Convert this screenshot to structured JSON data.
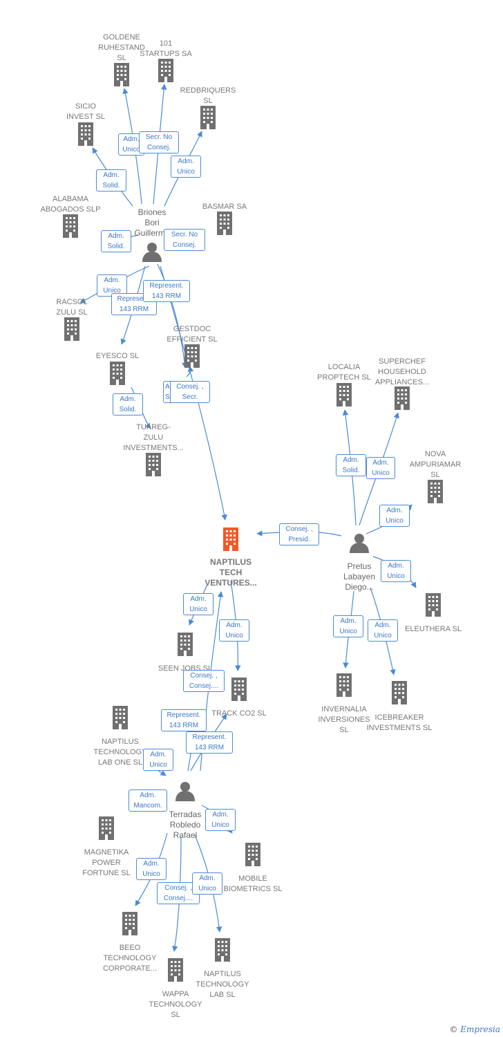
{
  "colors": {
    "edge": "#4a8ad4",
    "building": "#707070",
    "building_focus": "#f05a28",
    "person": "#707070",
    "role_text": "#3a78c6"
  },
  "companies": [
    {
      "id": "c1",
      "label": "GOLDENE\nRUHESTAND\nSL",
      "focus": false
    },
    {
      "id": "c2",
      "label": "101\nSTARTUPS SA",
      "focus": false
    },
    {
      "id": "c3",
      "label": "REDBRIQUERS\nSL",
      "focus": false
    },
    {
      "id": "c4",
      "label": "SICIO\nINVEST  SL",
      "focus": false
    },
    {
      "id": "c5",
      "label": "ALABAMA\nABOGADOS SLP",
      "focus": false
    },
    {
      "id": "c6",
      "label": "BASMAR SA",
      "focus": false
    },
    {
      "id": "c7",
      "label": "RACSOL\nZULU  SL",
      "focus": false
    },
    {
      "id": "c8",
      "label": "GESTDOC\nEFFICIENT  SL",
      "focus": false
    },
    {
      "id": "c9",
      "label": "EYESCO  SL",
      "focus": false
    },
    {
      "id": "c10",
      "label": "TUAREG-\nZULU\nINVESTMENTS...",
      "focus": false
    },
    {
      "id": "c11",
      "label": "NAPTILUS\nTECH\nVENTURES...",
      "focus": true
    },
    {
      "id": "c12",
      "label": "LOCALIA\nPROPTECH  SL",
      "focus": false
    },
    {
      "id": "c13",
      "label": "SUPERCHEF\nHOUSEHOLD\nAPPLIANCES...",
      "focus": false
    },
    {
      "id": "c14",
      "label": "NOVA\nAMPURIAMAR\nSL",
      "focus": false
    },
    {
      "id": "c15",
      "label": "ELEUTHERA SL",
      "focus": false
    },
    {
      "id": "c16",
      "label": "INVERNALIA\nINVERSIONES\nSL",
      "focus": false
    },
    {
      "id": "c17",
      "label": "ICEBREAKER\nINVESTMENTS SL",
      "focus": false
    },
    {
      "id": "c18",
      "label": "SEEN JOBS  SL",
      "focus": false
    },
    {
      "id": "c19",
      "label": "TRACK CO2  SL",
      "focus": false
    },
    {
      "id": "c20",
      "label": "NAPTILUS\nTECHNOLOGY\nLAB ONE  SL",
      "focus": false
    },
    {
      "id": "c21",
      "label": "MAGNETIKA\nPOWER\nFORTUNE  SL",
      "focus": false
    },
    {
      "id": "c22",
      "label": "MOBILE\nBIOMETRICS SL",
      "focus": false
    },
    {
      "id": "c23",
      "label": "BEEO\nTECHNOLOGY\nCORPORATE...",
      "focus": false
    },
    {
      "id": "c24",
      "label": "WAPPA\nTECHNOLOGY\nSL",
      "focus": false
    },
    {
      "id": "c25",
      "label": "NAPTILUS\nTECHNOLOGY\nLAB  SL",
      "focus": false
    }
  ],
  "persons": [
    {
      "id": "p1",
      "label": "Briones\nBori\nGuillermo"
    },
    {
      "id": "p2",
      "label": "Pretus\nLabayen\nDiego..."
    },
    {
      "id": "p3",
      "label": "Terradas\nRobledo\nRafael"
    }
  ],
  "roles": [
    {
      "id": "r1",
      "label": "Adm.\nUnico"
    },
    {
      "id": "r2",
      "label": "Secr.  No\nConsej."
    },
    {
      "id": "r3",
      "label": "Adm.\nUnico"
    },
    {
      "id": "r4",
      "label": "Adm.\nSolid."
    },
    {
      "id": "r5",
      "label": "Adm.\nSolid."
    },
    {
      "id": "r6",
      "label": "Secr.  No\nConsej."
    },
    {
      "id": "r7",
      "label": "Adm.\nUnico"
    },
    {
      "id": "r8",
      "label": "Represent.\n143 RRM"
    },
    {
      "id": "r9",
      "label": "Represent.\n143 RRM"
    },
    {
      "id": "r10",
      "label": "Adm.\nSolid."
    },
    {
      "id": "r11",
      "label": "Consej. ,\nSecr."
    },
    {
      "id": "r12",
      "label": "Adm.\nSolid."
    },
    {
      "id": "r13",
      "label": "Consej. ,\nPresid."
    },
    {
      "id": "r14",
      "label": "Adm.\nSolid."
    },
    {
      "id": "r15",
      "label": "Adm.\nUnico"
    },
    {
      "id": "r16",
      "label": "Adm.\nUnico"
    },
    {
      "id": "r17",
      "label": "Adm.\nUnico"
    },
    {
      "id": "r18",
      "label": "Adm.\nUnico"
    },
    {
      "id": "r19",
      "label": "Adm.\nUnico"
    },
    {
      "id": "r20",
      "label": "Adm.\nUnico"
    },
    {
      "id": "r21",
      "label": "Adm.\nUnico"
    },
    {
      "id": "r22",
      "label": "Consej. ,\nConsej...."
    },
    {
      "id": "r23",
      "label": "Represent.\n143 RRM"
    },
    {
      "id": "r24",
      "label": "Represent.\n143 RRM"
    },
    {
      "id": "r25",
      "label": "Adm.\nUnico"
    },
    {
      "id": "r26",
      "label": "Adm.\nMancom."
    },
    {
      "id": "r27",
      "label": "Adm.\nUnico"
    },
    {
      "id": "r28",
      "label": "Adm.\nUnico"
    },
    {
      "id": "r29",
      "label": "Consej. ,\nConsej...."
    },
    {
      "id": "r30",
      "label": "Adm.\nUnico"
    }
  ],
  "watermark": {
    "symbol": "©",
    "brand": "Empresia"
  }
}
